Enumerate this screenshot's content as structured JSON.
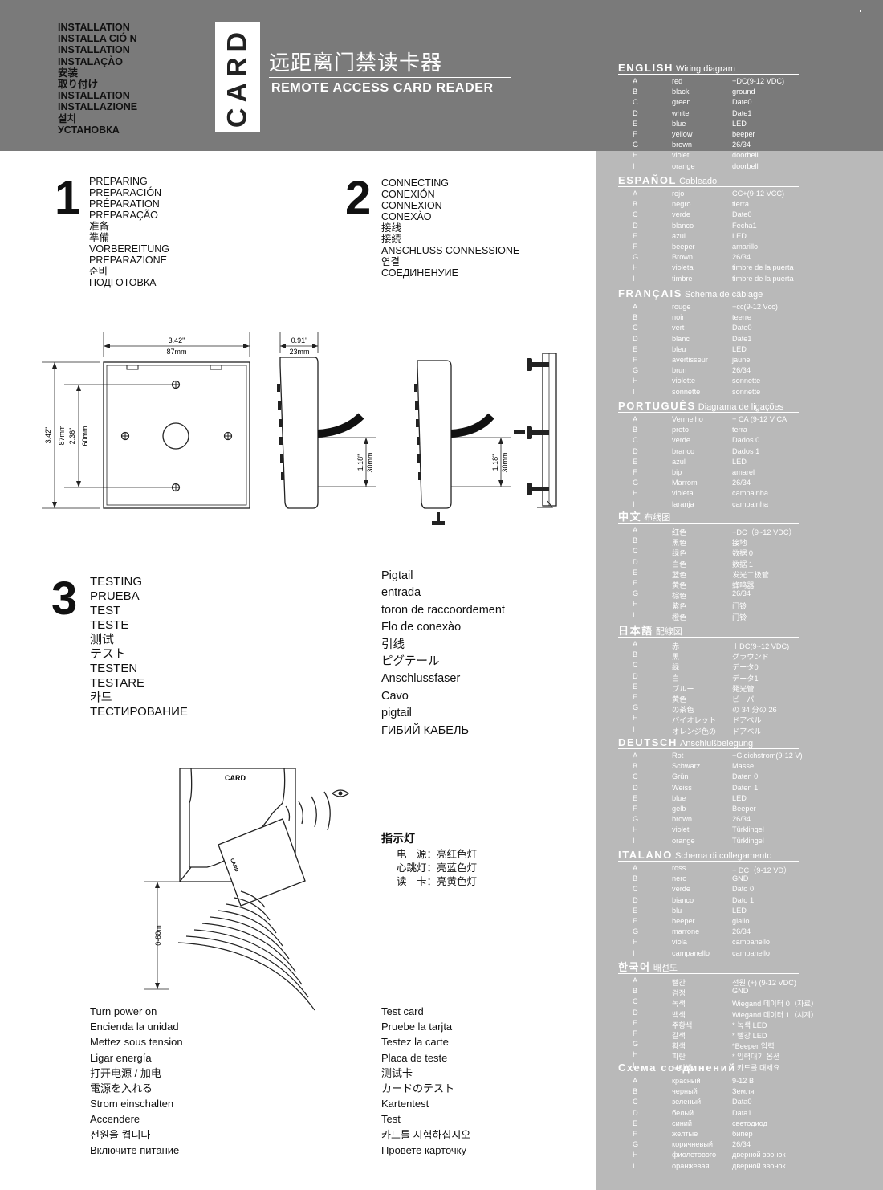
{
  "header": {
    "languages": [
      "INSTALLATION",
      "INSTALLA CIÓ N",
      "INSTALLATION",
      "INSTALAÇÀO",
      "安装",
      "取り付け",
      "INSTALLATION",
      "INSTALLAZIONE",
      "설치",
      "УСТАНОВКА"
    ],
    "card_label": "CARD",
    "title_cn": "远距离门禁读卡器",
    "title_en": "REMOTE ACCESS CARD READER"
  },
  "step1": {
    "number": "1",
    "labels": [
      "PREPARING",
      "PREPARACIÓN",
      "PRÉPARATION",
      "PREPARAÇÃO",
      "准备",
      "準備",
      "VORBEREITUNG",
      "PREPARAZIONE",
      "준비",
      "ПОДГОТОВКА"
    ]
  },
  "step2": {
    "number": "2",
    "labels": [
      "CONNECTING",
      "CONEXIÓN",
      "CONNEXION",
      "CONEXÀO",
      "接线",
      "接続",
      "ANSCHLUSS CONNESSIONE",
      "연결",
      "СОЕДИНЕНУИЕ"
    ]
  },
  "step3": {
    "number": "3",
    "labels": [
      "TESTING",
      "PRUEBA",
      "TEST",
      "TESTE",
      "测试",
      "テスト",
      "TESTEN",
      "TESTARE",
      "카드",
      "ТЕСТИРОВАНИЕ"
    ]
  },
  "pigtail": [
    "Pigtail",
    "entrada",
    "toron de raccoordement",
    "Flo de conexào",
    "引线",
    "ピグテール",
    "Anschlussfaser",
    "Cavo",
    "pigtail",
    "ГИБИЙ КАБЕЛЬ"
  ],
  "indicator": {
    "title": "指示灯",
    "lines": [
      "电　源：亮红色灯",
      "心跳灯：亮蓝色灯",
      "读　卡：亮黄色灯"
    ]
  },
  "dimensions": {
    "width_in": "3.42\"",
    "width_mm": "87mm",
    "depth_in": "0.91\"",
    "depth_mm": "23mm",
    "height_in": "3.42\"",
    "height_mm": "87mm",
    "hole_in": "2.36\"",
    "hole_mm": "60mm",
    "cable_in": "1.18\"",
    "cable_mm": "30mm",
    "range": "0-80m",
    "device_label": "CARD",
    "card_label": "CARD"
  },
  "power_list": [
    "Turn power on",
    "Encienda la unidad",
    "Mettez sous tension",
    "Ligar energía",
    "打开电源 / 加电",
    "電源を入れる",
    "Strom einschalten",
    "Accendere",
    "전원을 켭니다",
    "Включите питание"
  ],
  "testcard_list": [
    "Test card",
    "Pruebe la tarjta",
    "Testez la carte",
    "Placa de teste",
    "测试卡",
    "カードのテスト",
    "Kartentest",
    "Test",
    "카드를 시험하십시오",
    "Провете карточку"
  ],
  "wiring": [
    {
      "lang": "ENGLISH",
      "sub": "Wiring diagram",
      "rows": [
        [
          "A",
          "red",
          "+DC(9-12 VDC)"
        ],
        [
          "B",
          "black",
          "ground"
        ],
        [
          "C",
          "green",
          "Date0"
        ],
        [
          "D",
          "white",
          "Date1"
        ],
        [
          "E",
          "blue",
          "LED"
        ],
        [
          "F",
          "yellow",
          "beeper"
        ],
        [
          "G",
          "brown",
          "26/34"
        ],
        [
          "H",
          "violet",
          "doorbell"
        ],
        [
          "I",
          "orange",
          "doorbell"
        ]
      ]
    },
    {
      "lang": "ESPAÑOL",
      "sub": "Cableado",
      "rows": [
        [
          "A",
          "rojo",
          "CC+(9-12 VCC)"
        ],
        [
          "B",
          "negro",
          "tierra"
        ],
        [
          "C",
          "verde",
          "Date0"
        ],
        [
          "D",
          "blanco",
          "Fecha1"
        ],
        [
          "E",
          "azul",
          "LED"
        ],
        [
          "F",
          "beeper",
          "amarillo"
        ],
        [
          "G",
          "Brown",
          "26/34"
        ],
        [
          "H",
          "violeta",
          "timbre de la puerta"
        ],
        [
          "I",
          "timbre",
          "timbre de la puerta"
        ]
      ]
    },
    {
      "lang": "FRANÇAIS",
      "sub": "Schéma de câblage",
      "rows": [
        [
          "A",
          "rouge",
          "+cc(9-12 Vcc)"
        ],
        [
          "B",
          "noir",
          "teerre"
        ],
        [
          "C",
          "vert",
          "Date0"
        ],
        [
          "D",
          "blanc",
          "Date1"
        ],
        [
          "E",
          "bleu",
          "LED"
        ],
        [
          "F",
          "avertisseur",
          "jaune"
        ],
        [
          "G",
          "brun",
          "26/34"
        ],
        [
          "H",
          "violette",
          "sonnette"
        ],
        [
          "I",
          "sonnette",
          "sonnette"
        ]
      ]
    },
    {
      "lang": "PORTUGUÊS",
      "sub": "Diagrama de ligações",
      "rows": [
        [
          "A",
          "Vermelho",
          "+ CA (9-12 V CA"
        ],
        [
          "B",
          "preto",
          "terra"
        ],
        [
          "C",
          "verde",
          "Dados 0"
        ],
        [
          "D",
          "branco",
          "Dados 1"
        ],
        [
          "E",
          "azul",
          "LED"
        ],
        [
          "F",
          "bip",
          "amarel"
        ],
        [
          "G",
          "Marrom",
          "26/34"
        ],
        [
          "H",
          "violeta",
          "campainha"
        ],
        [
          "I",
          "laranja",
          "campainha"
        ]
      ]
    },
    {
      "lang": "中文",
      "sub": "布线图",
      "rows": [
        [
          "A",
          "红色",
          "+DC（9~12 VDC）"
        ],
        [
          "B",
          "黑色",
          "接地"
        ],
        [
          "C",
          "绿色",
          "数据 0"
        ],
        [
          "D",
          "白色",
          "数据 1"
        ],
        [
          "E",
          "蓝色",
          "发光二极管"
        ],
        [
          "F",
          "黄色",
          "蜂鸣器"
        ],
        [
          "G",
          "棕色",
          "26/34"
        ],
        [
          "H",
          "紫色",
          "门铃"
        ],
        [
          "I",
          "橙色",
          "门铃"
        ]
      ]
    },
    {
      "lang": "日本語",
      "sub": "配線図",
      "rows": [
        [
          "A",
          "赤",
          "＋DC(9~12 VDC)"
        ],
        [
          "B",
          "黒",
          "グラウンド"
        ],
        [
          "C",
          "緑",
          "データ0"
        ],
        [
          "D",
          "白",
          "データ1"
        ],
        [
          "E",
          "ブルー",
          "発光管"
        ],
        [
          "F",
          "黄色",
          "ビーパー"
        ],
        [
          "G",
          "の茶色",
          "の 34 分の 26"
        ],
        [
          "H",
          "バイオレット",
          "ドアベル"
        ],
        [
          "I",
          "オレンジ色の",
          "ドアベル"
        ]
      ]
    },
    {
      "lang": "DEUTSCH",
      "sub": "Anschlußbelegung",
      "rows": [
        [
          "A",
          "Rot",
          "+Gleichstrom(9-12 V)"
        ],
        [
          "B",
          "Schwarz",
          "Masse"
        ],
        [
          "C",
          "Grün",
          "Daten 0"
        ],
        [
          "D",
          "Weiss",
          "Daten 1"
        ],
        [
          "E",
          "blue",
          "LED"
        ],
        [
          "F",
          "gelb",
          "Beeper"
        ],
        [
          "G",
          "brown",
          "26/34"
        ],
        [
          "H",
          "violet",
          "Türklingel"
        ],
        [
          "I",
          "orange",
          "Türklingel"
        ]
      ]
    },
    {
      "lang": "ITALANO",
      "sub": "Schema di collegamento",
      "rows": [
        [
          "A",
          "ross",
          "+ DC（9-12 VD）"
        ],
        [
          "B",
          "nero",
          "GND"
        ],
        [
          "C",
          "verde",
          "Dato 0"
        ],
        [
          "D",
          "bianco",
          "Dato 1"
        ],
        [
          "E",
          "blu",
          "LED"
        ],
        [
          "F",
          "beeper",
          "giallo"
        ],
        [
          "G",
          "marrone",
          "26/34"
        ],
        [
          "H",
          "viola",
          "campanello"
        ],
        [
          "I",
          "campanello",
          "campanello"
        ]
      ]
    },
    {
      "lang": "한국어",
      "sub": "배선도",
      "rows": [
        [
          "A",
          "빨간",
          "전원 (+) (9-12 VDC)"
        ],
        [
          "B",
          "검정",
          "GND"
        ],
        [
          "C",
          "녹색",
          "Wiegand 데이터 0（자료）"
        ],
        [
          "D",
          "백색",
          "Wiegand 데이터 1（시계）"
        ],
        [
          "E",
          "주황색",
          "* 녹색 LED"
        ],
        [
          "F",
          "갈색",
          "* 빨강 LED"
        ],
        [
          "G",
          "황색",
          "*Beeper 입력"
        ],
        [
          "H",
          "파란",
          "* 입력대기 옵션"
        ],
        [
          "I",
          "보라빛",
          "* 카드를 대세요"
        ]
      ]
    },
    {
      "lang": "Схема соединений",
      "sub": "",
      "rows": [
        [
          "A",
          "красный",
          "9-12 В"
        ],
        [
          "B",
          "черный",
          "Земля"
        ],
        [
          "C",
          "зеленый",
          "Data0"
        ],
        [
          "D",
          "белый",
          "Data1"
        ],
        [
          "E",
          "синий",
          "светодиод"
        ],
        [
          "F",
          "желтые",
          "бипер"
        ],
        [
          "G",
          "коричневый",
          "26/34"
        ],
        [
          "H",
          "фиолетового",
          "дверной звонок"
        ],
        [
          "I",
          "оранжевая",
          "дверной звонок"
        ]
      ]
    }
  ],
  "colors": {
    "header_gray": "#7a7a7a",
    "panel_gray": "#b9b9b9"
  }
}
